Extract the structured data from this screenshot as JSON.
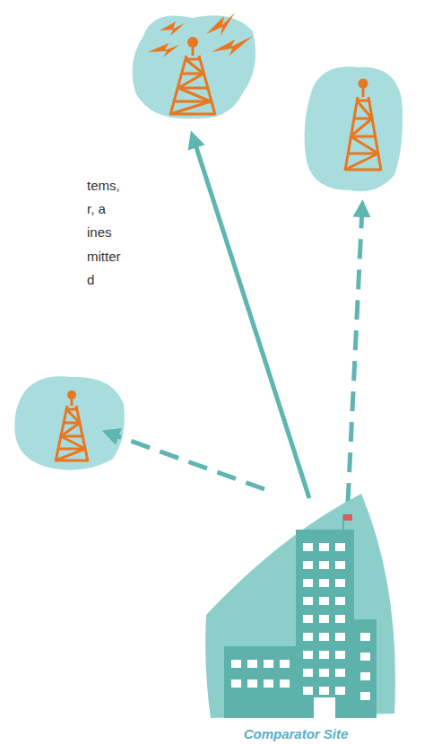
{
  "diagram": {
    "nodes": [
      {
        "text": [
          "Comparator Site"
        ]
      }
    ],
    "labels": [
      "tems,",
      "r, a",
      "ines",
      "mitter",
      "d"
    ]
  }
}
